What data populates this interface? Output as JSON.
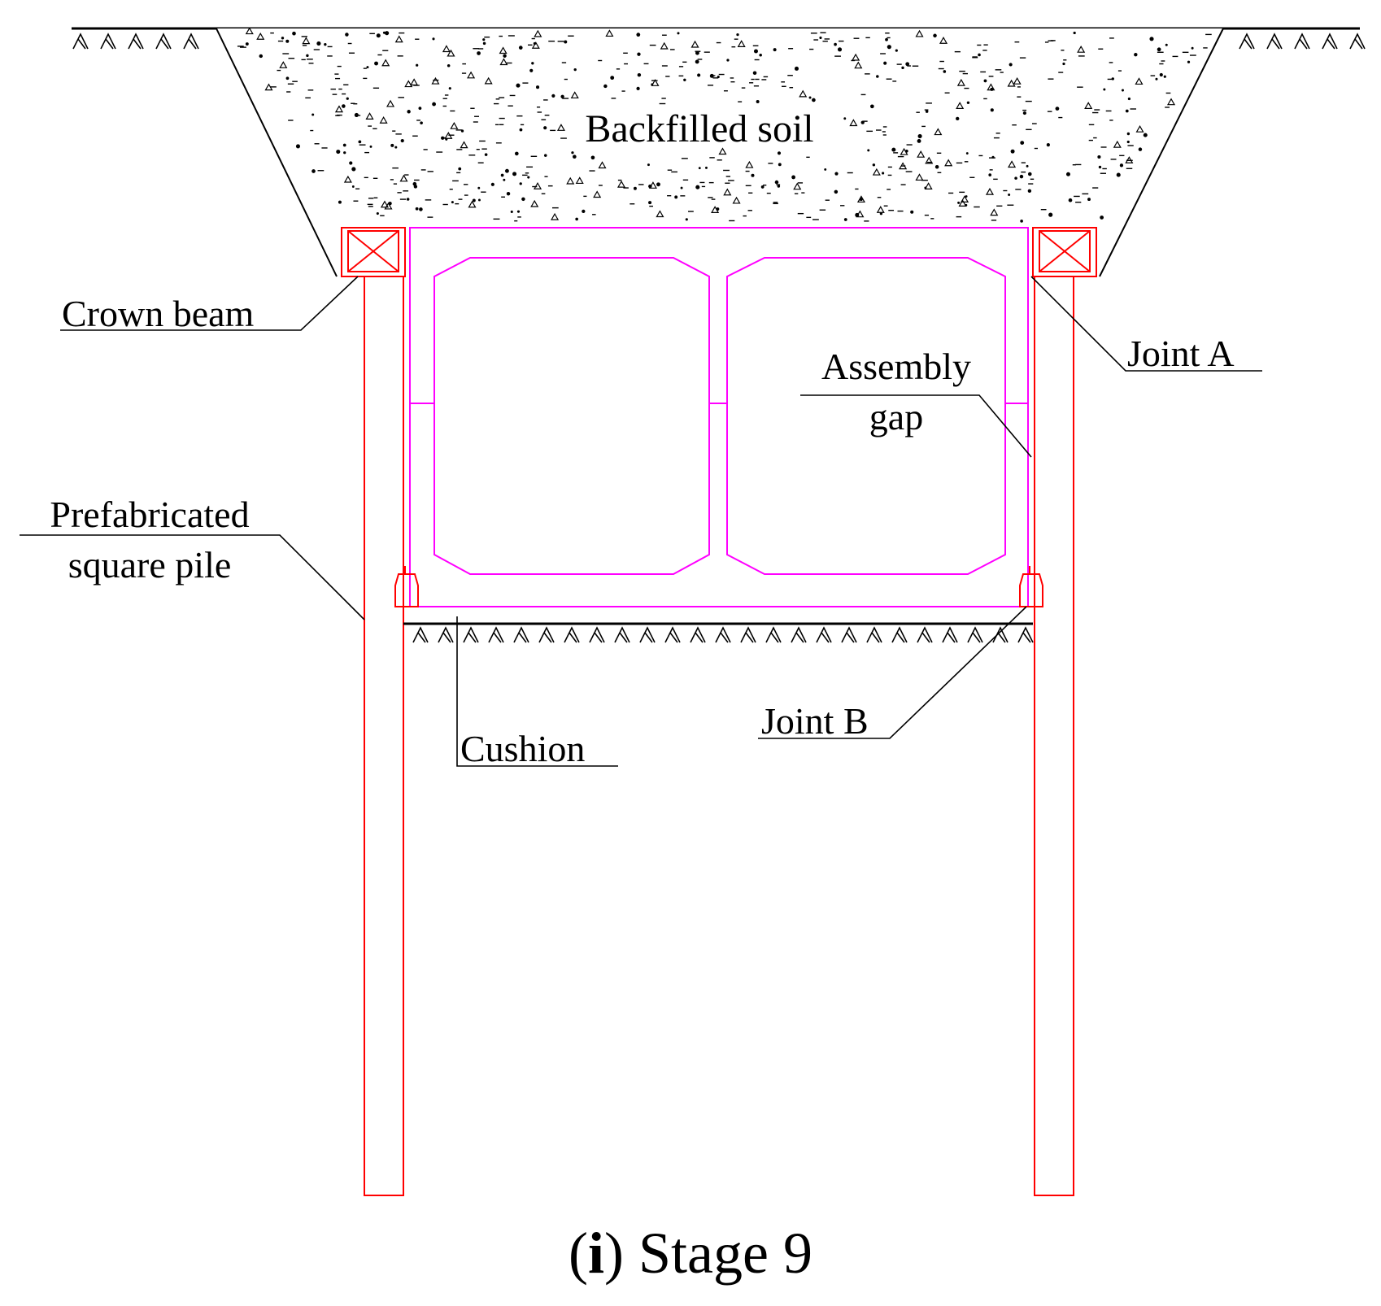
{
  "labels": {
    "backfilled_soil": "Backfilled soil",
    "crown_beam": "Crown beam",
    "joint_a": "Joint A",
    "assembly_gap_line1": "Assembly",
    "assembly_gap_line2": "gap",
    "prefab_pile_line1": "Prefabricated",
    "prefab_pile_line2": "square pile",
    "cushion": "Cushion",
    "joint_b": "Joint B"
  },
  "caption": {
    "letter": "i",
    "text": "Stage 9"
  },
  "colors": {
    "pile_red": "#ff0000",
    "culvert_magenta": "#ff00ff",
    "line_black": "#000000"
  }
}
